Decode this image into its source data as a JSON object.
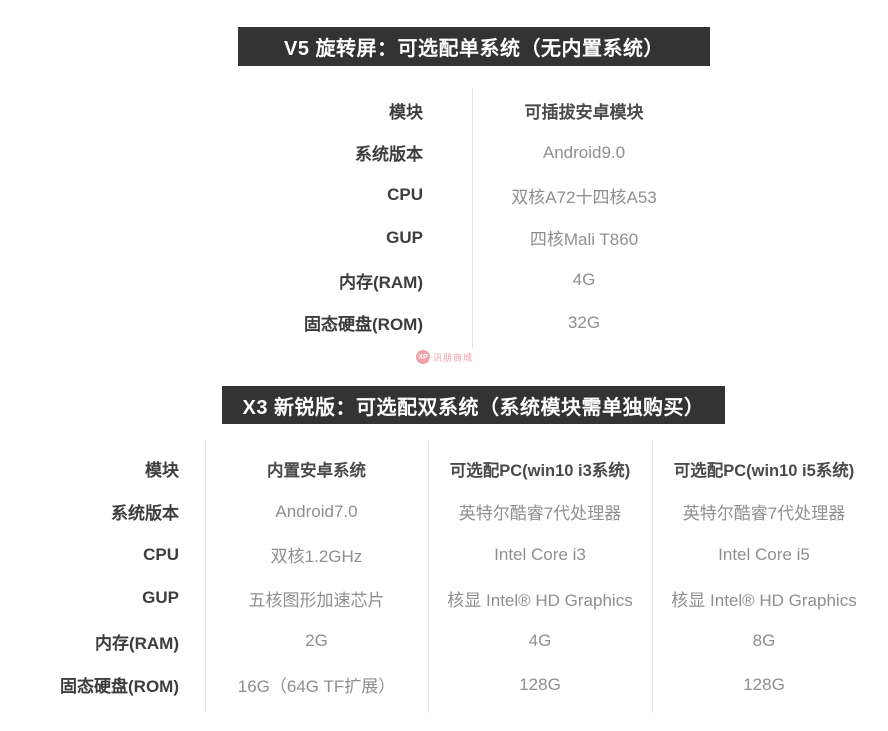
{
  "colors": {
    "banner_bg": "#333333",
    "banner_text": "#ffffff",
    "label_text": "#3d3d3d",
    "value_text": "#8f8f8f",
    "header_value_text": "#4a4a4a",
    "divider": "#e4e4e4",
    "watermark_pink": "#f0a2a8"
  },
  "section1": {
    "banner": "V5 旋转屏：可选配单系统（无内置系统）",
    "rows": [
      {
        "label": "模块",
        "value": "可插拔安卓模块"
      },
      {
        "label": "系统版本",
        "value": "Android9.0"
      },
      {
        "label": "CPU",
        "value": "双核A72十四核A53"
      },
      {
        "label": "GUP",
        "value": "四核Mali T860"
      },
      {
        "label": "内存(RAM)",
        "value": "4G"
      },
      {
        "label": "固态硬盘(ROM)",
        "value": "32G"
      }
    ]
  },
  "watermark": {
    "badge": "XP",
    "text": "讯朋商城"
  },
  "section2": {
    "banner": "X3 新锐版：可选配双系统（系统模块需单独购买）",
    "rows": [
      {
        "label": "模块",
        "values": [
          "内置安卓系统",
          "可选配PC(win10 i3系统)",
          "可选配PC(win10 i5系统)"
        ]
      },
      {
        "label": "系统版本",
        "values": [
          "Android7.0",
          "英特尔酷睿7代处理器",
          "英特尔酷睿7代处理器"
        ]
      },
      {
        "label": "CPU",
        "values": [
          "双核1.2GHz",
          "Intel Core i3",
          "Intel Core i5"
        ]
      },
      {
        "label": "GUP",
        "values": [
          "五核图形加速芯片",
          "核显 Intel® HD Graphics",
          "核显 Intel® HD Graphics"
        ]
      },
      {
        "label": "内存(RAM)",
        "values": [
          "2G",
          "4G",
          "8G"
        ]
      },
      {
        "label": "固态硬盘(ROM)",
        "values": [
          "16G（64G TF扩展）",
          "128G",
          "128G"
        ]
      }
    ]
  }
}
